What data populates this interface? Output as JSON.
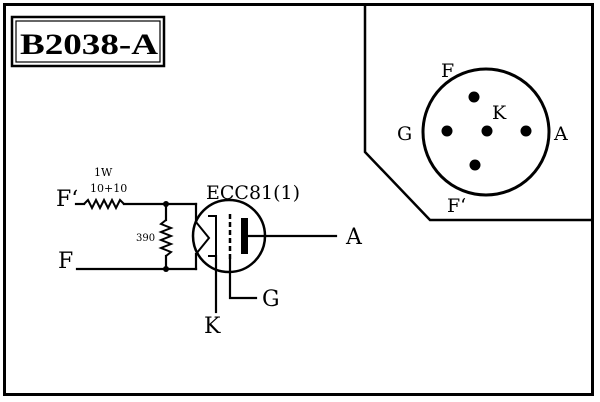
{
  "title": "B2038-A",
  "colors": {
    "ink": "#000000",
    "paper": "#ffffff"
  },
  "socket": {
    "pins": {
      "top": "F",
      "left": "G",
      "center": "K",
      "right": "A",
      "bottom": "F‘"
    }
  },
  "schematic": {
    "tube_label": "ECC81(1)",
    "input_top_label": "F‘",
    "input_bottom_label": "F",
    "resistor_label_line1": "1W",
    "resistor_label_line2": "10+10",
    "shunt_resistor_label": "390",
    "anode_label": "A",
    "cathode_label": "K",
    "grid_label": "G"
  }
}
